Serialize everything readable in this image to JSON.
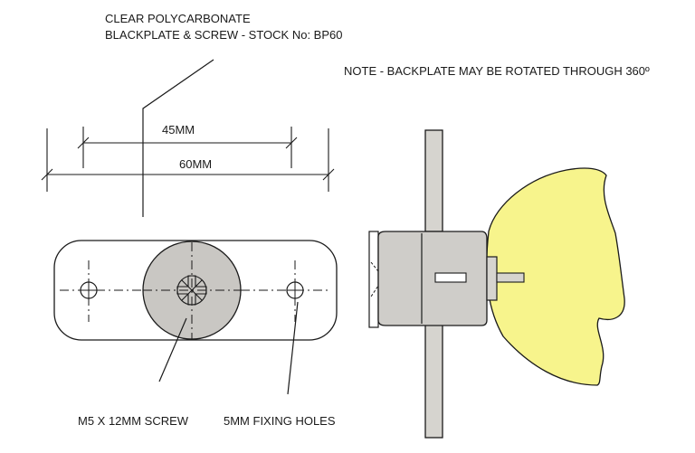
{
  "title": {
    "line1": "CLEAR POLYCARBONATE",
    "line2": "BLACKPLATE & SCREW - STOCK No: BP60"
  },
  "note": "NOTE - BACKPLATE MAY BE ROTATED THROUGH 360º",
  "dimensions": {
    "inner": "45MM",
    "outer": "60MM"
  },
  "callouts": {
    "screw": "M5 X 12MM SCREW",
    "holes": "5MM FIXING HOLES"
  },
  "colors": {
    "outline": "#1a1a1a",
    "screw_fill": "#c9c7c3",
    "bracket_fill": "#d6d4cf",
    "body_fill": "#cfcdc9",
    "head_fill": "#f7f48c"
  }
}
